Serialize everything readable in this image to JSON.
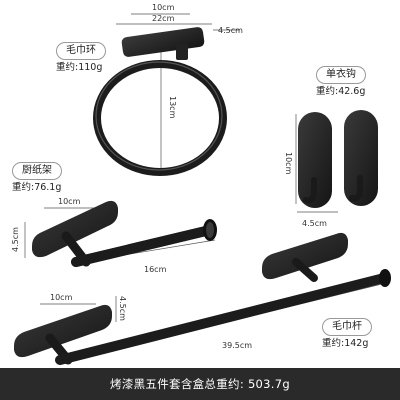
{
  "towel_ring": {
    "name": "毛巾环",
    "weight": "重约:110g",
    "dim_top_width": "10cm",
    "dim_ring_width": "22cm",
    "dim_depth": "4.5cm",
    "dim_height": "13cm"
  },
  "robe_hook": {
    "name": "单衣钩",
    "weight": "重约:42.6g",
    "dim_height": "10cm",
    "dim_width": "4.5cm"
  },
  "paper_holder": {
    "name": "厨纸架",
    "weight": "重约:76.1g",
    "dim_plate_width": "10cm",
    "dim_depth": "4.5cm",
    "dim_bar_length": "16cm"
  },
  "towel_bar": {
    "name": "毛巾杆",
    "weight": "重约:142g",
    "dim_plate_width": "10cm",
    "dim_depth": "4.5cm",
    "dim_bar_length": "39.5cm"
  },
  "footer_text": "烤漆黑五件套含盒总重约: 503.7g",
  "colors": {
    "metal": "#1e1e1e",
    "footer_bg": "#2a2a2a"
  }
}
